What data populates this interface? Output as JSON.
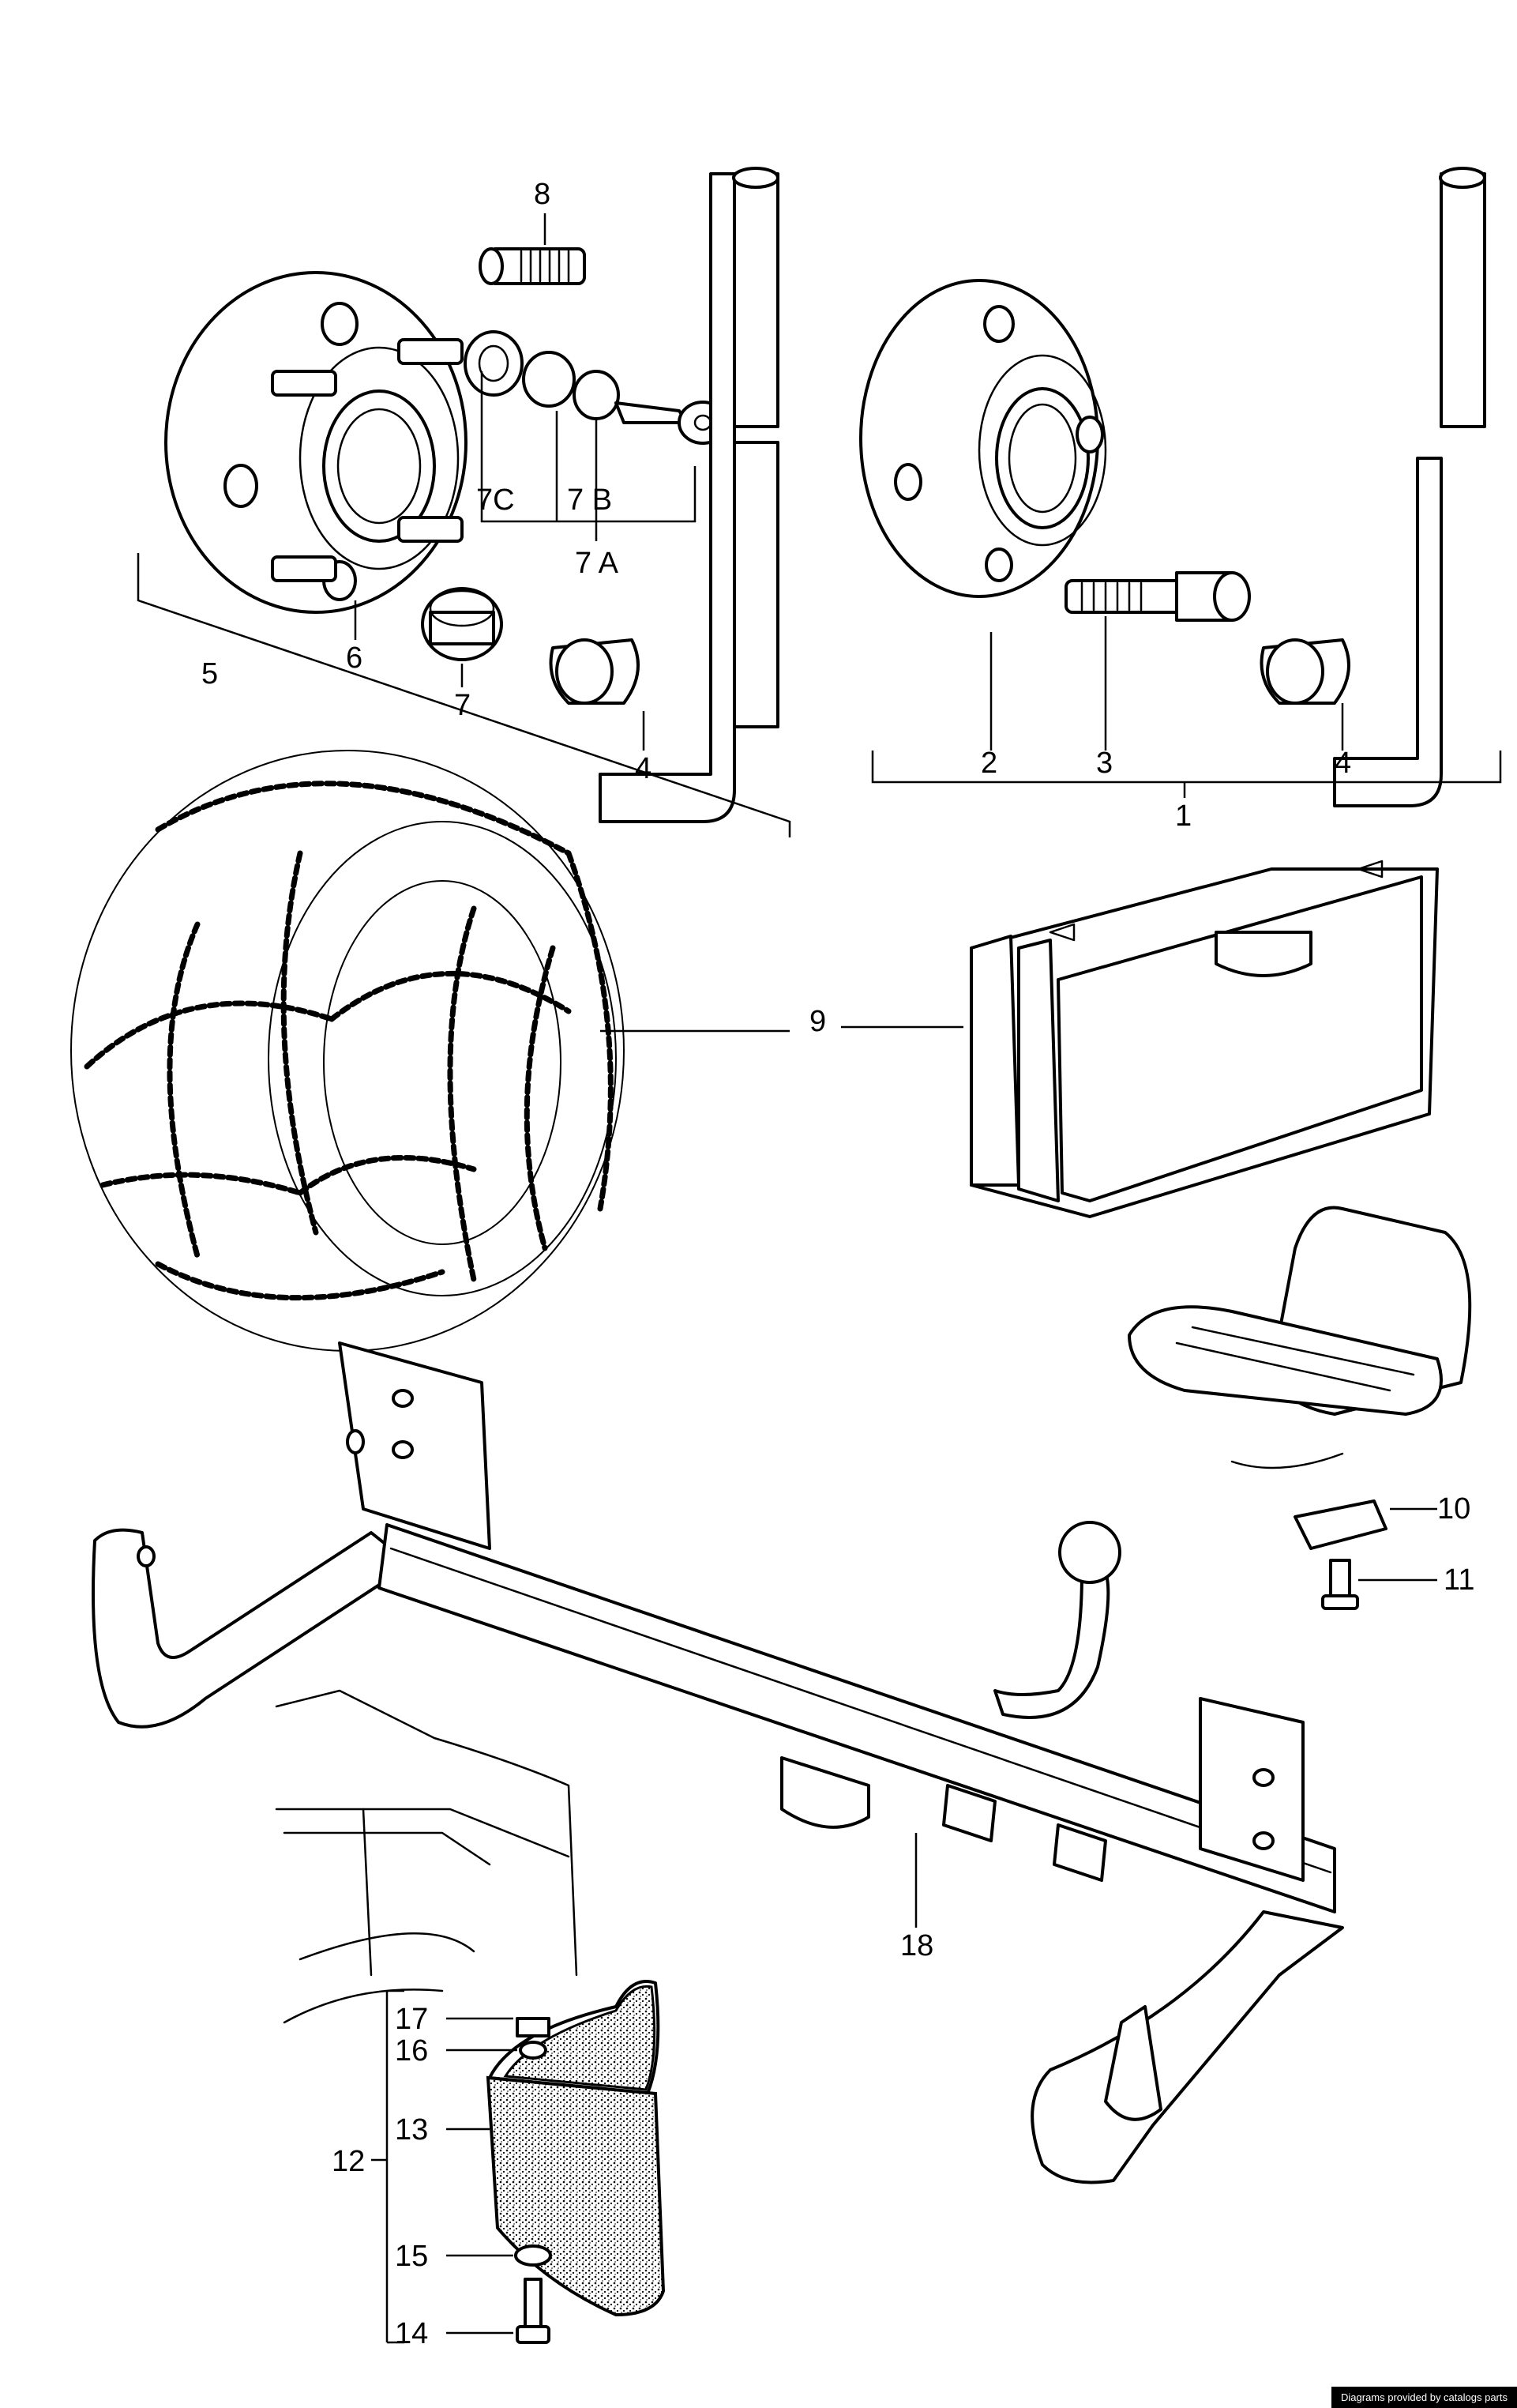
{
  "credit": "Diagrams provided by catalogs parts",
  "callouts": {
    "c1": "1",
    "c2": "2",
    "c3": "3",
    "c4a": "4",
    "c4b": "4",
    "c5": "5",
    "c6": "6",
    "c7": "7",
    "c7a": "7 A",
    "c7b": "7 B",
    "c7c": "7C",
    "c8": "8",
    "c9": "9",
    "c10": "10",
    "c11": "11",
    "c12": "12",
    "c13": "13",
    "c14": "14",
    "c15": "15",
    "c16": "16",
    "c17": "17",
    "c18": "18"
  }
}
